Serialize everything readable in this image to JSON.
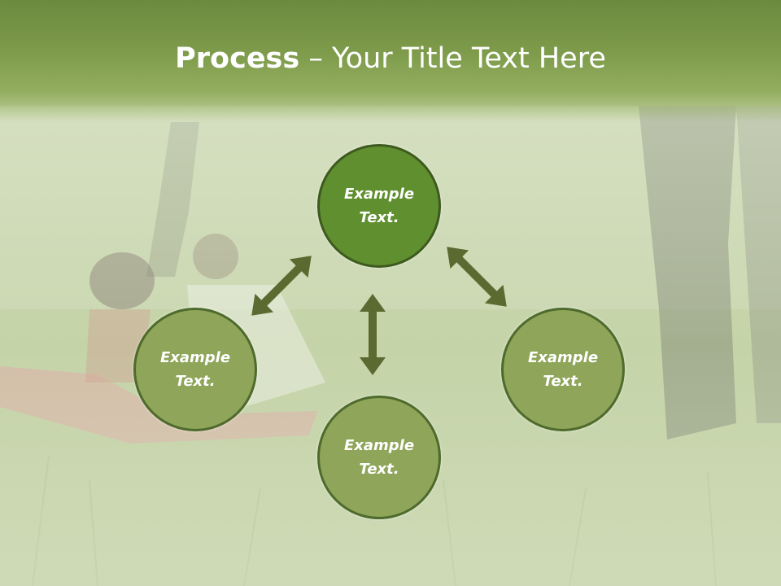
{
  "title": {
    "bold": "Process",
    "rest": " – Your Title Text Here"
  },
  "nodes": {
    "top": {
      "line1": "Example",
      "line2": "Text."
    },
    "left": {
      "line1": "Example",
      "line2": "Text."
    },
    "right": {
      "line1": "Example",
      "line2": "Text."
    },
    "bottom": {
      "line1": "Example",
      "line2": "Text."
    }
  },
  "colors": {
    "title_bar": "#7f9c4c",
    "node_light": "#8ea55a",
    "node_dark": "#5f8f2f",
    "arrow": "#5a6a30"
  }
}
